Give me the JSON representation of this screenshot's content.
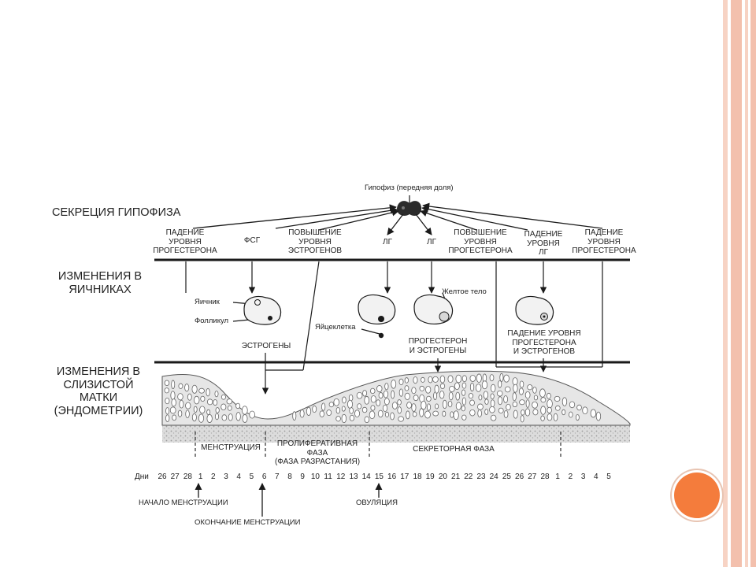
{
  "slide": {
    "colors": {
      "background": "#ffffff",
      "border_stripes": "#f3c0ad",
      "circle": "#f47c3c"
    }
  },
  "diagram": {
    "pituitary_label": "Гипофиз (передняя доля)",
    "sections": {
      "pituitary": "СЕКРЕЦИЯ ГИПОФИЗА",
      "ovaries": [
        "ИЗМЕНЕНИЯ В",
        "ЯИЧНИКАХ"
      ],
      "endometrium": [
        "ИЗМЕНЕНИЯ В",
        "СЛИЗИСТОЙ",
        "МАТКИ",
        "(ЭНДОМЕТРИИ)"
      ]
    },
    "hormone_labels": {
      "progesterone_fall_1": [
        "ПАДЕНИЕ",
        "УРОВНЯ",
        "ПРОГЕСТЕРОНА"
      ],
      "fsh": "ФСГ",
      "estrogen_rise": [
        "ПОВЫШЕНИЕ",
        "УРОВНЯ",
        "ЭСТРОГЕНОВ"
      ],
      "lh_1": "ЛГ",
      "lh_2": "ЛГ",
      "progesterone_rise": [
        "ПОВЫШЕНИЕ",
        "УРОВНЯ",
        "ПРОГЕСТЕРОНА"
      ],
      "lh_fall": [
        "ПАДЕНИЕ",
        "УРОВНЯ",
        "ЛГ"
      ],
      "progesterone_fall_2": [
        "ПАДЕНИЕ",
        "УРОВНЯ",
        "ПРОГЕСТЕРОНА"
      ]
    },
    "ovary_labels": {
      "ovary": "Яичник",
      "follicle": "Фолликул",
      "estrogens": "ЭСТРОГЕНЫ",
      "egg": "Яйцеклетка",
      "corpus_luteum": "Желтое тело",
      "prog_estr": [
        "ПРОГЕСТЕРОН",
        "И ЭСТРОГЕНЫ"
      ],
      "fall_prog_estr": [
        "ПАДЕНИЕ УРОВНЯ",
        "ПРОГЕСТЕРОНА",
        "И ЭСТРОГЕНОВ"
      ]
    },
    "phases": {
      "menstruation": "МЕНСТРУАЦИЯ",
      "proliferative": [
        "ПРОЛИФЕРАТИВНАЯ",
        "ФАЗА",
        "(ФАЗА РАЗРАСТАНИЯ)"
      ],
      "secretory": "СЕКРЕТОРНАЯ ФАЗА"
    },
    "days_label": "Дни",
    "days": [
      "26",
      "27",
      "28",
      "1",
      "2",
      "3",
      "4",
      "5",
      "6",
      "7",
      "8",
      "9",
      "10",
      "11",
      "12",
      "13",
      "14",
      "15",
      "16",
      "17",
      "18",
      "19",
      "20",
      "21",
      "22",
      "23",
      "24",
      "25",
      "26",
      "27",
      "28",
      "1",
      "2",
      "3",
      "4",
      "5"
    ],
    "events": {
      "menstruation_start": "НАЧАЛО МЕНСТРУАЦИИ",
      "ovulation": "ОВУЛЯЦИЯ",
      "menstruation_end": "ОКОНЧАНИЕ МЕНСТРУАЦИИ"
    }
  }
}
